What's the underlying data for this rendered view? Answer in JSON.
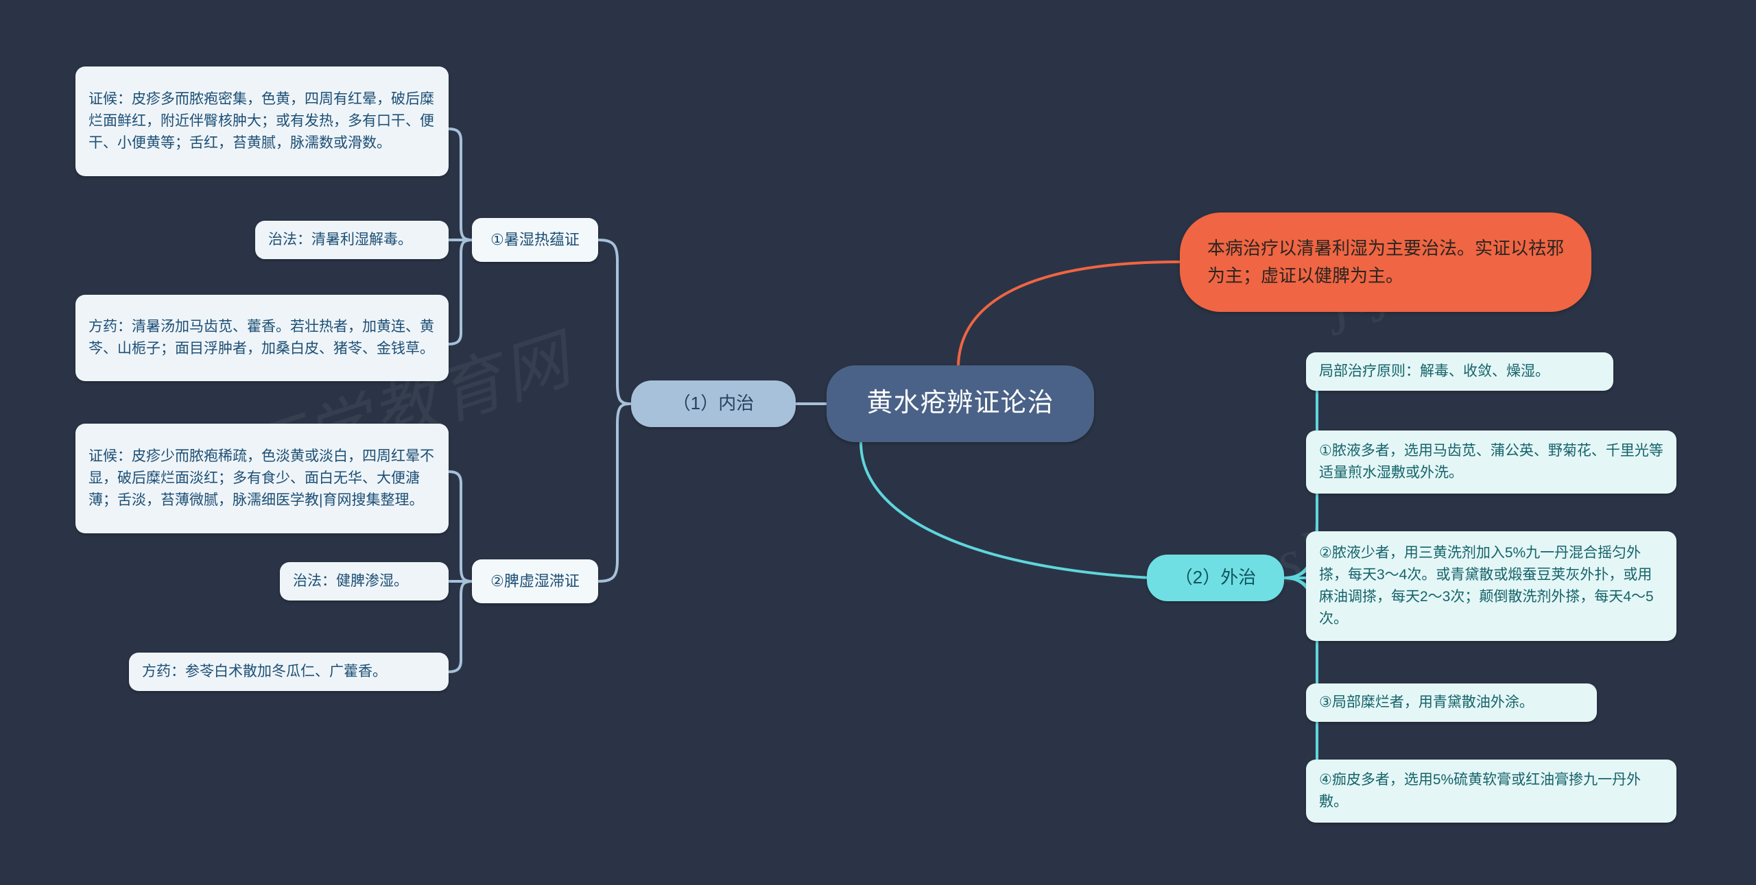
{
  "meta": {
    "background_color": "#2b3446",
    "title": "黄水疮辨证论治"
  },
  "watermarks": [
    {
      "text": "医学教育网"
    },
    {
      "text": "jtj1.cn"
    },
    {
      "text": "sh"
    }
  ],
  "colors": {
    "root_fill": "#4a6287",
    "root_text": "#ffffff",
    "branch_blue_fill": "#a7c1da",
    "branch_blue_text": "#26405e",
    "branch_cyan_fill": "#6fdfe4",
    "branch_cyan_text": "#11565c",
    "callout_orange_fill": "#f06543",
    "callout_orange_text": "#2a2520",
    "leaf_blue_fill": "#eef4f8",
    "leaf_blue_text": "#1d4f75",
    "leaf_cyan_fill": "#e4f6f6",
    "leaf_cyan_text": "#15636a",
    "edge_blue": "#a7c1da",
    "edge_cyan": "#5fd6dd",
    "edge_orange": "#f06543"
  },
  "root": {
    "label": "黄水疮辨证论治"
  },
  "callout": {
    "label": "本病治疗以清暑利湿为主要治法。实证以祛邪为主；虚证以健脾为主。"
  },
  "branches": [
    {
      "id": "internal",
      "label": "（1）内治",
      "children": [
        {
          "id": "syndrome-1",
          "label": "①暑湿热蕴证",
          "leaves": [
            {
              "id": "s1-signs",
              "label": "证候：皮疹多而脓疱密集，色黄，四周有红晕，破后糜烂面鲜红，附近伴臀核肿大；或有发热，多有口干、便干、小便黄等；舌红，苔黄腻，脉濡数或滑数。"
            },
            {
              "id": "s1-method",
              "label": "治法：清暑利湿解毒。"
            },
            {
              "id": "s1-formula",
              "label": "方药：清暑汤加马齿苋、藿香。若壮热者，加黄连、黄芩、山栀子；面目浮肿者，加桑白皮、猪苓、金钱草。"
            }
          ]
        },
        {
          "id": "syndrome-2",
          "label": "②脾虚湿滞证",
          "leaves": [
            {
              "id": "s2-signs",
              "label": "证候：皮疹少而脓疱稀疏，色淡黄或淡白，四周红晕不显，破后糜烂面淡红；多有食少、面白无华、大便溏薄；舌淡，苔薄微腻，脉濡细医学教|育网搜集整理。"
            },
            {
              "id": "s2-method",
              "label": "治法：健脾渗湿。"
            },
            {
              "id": "s2-formula",
              "label": "方药：参苓白术散加冬瓜仁、广藿香。"
            }
          ]
        }
      ]
    },
    {
      "id": "external",
      "label": "（2）外治",
      "children": [],
      "leaves": [
        {
          "id": "e-principle",
          "label": "局部治疗原则：解毒、收敛、燥湿。"
        },
        {
          "id": "e-1",
          "label": "①脓液多者，选用马齿苋、蒲公英、野菊花、千里光等适量煎水湿敷或外洗。"
        },
        {
          "id": "e-2",
          "label": "②脓液少者，用三黄洗剂加入5%九一丹混合摇匀外搽，每天3～4次。或青黛散或煅蚕豆荚灰外扑，或用麻油调搽，每天2～3次；颠倒散洗剂外搽，每天4～5次。"
        },
        {
          "id": "e-3",
          "label": "③局部糜烂者，用青黛散油外涂。"
        },
        {
          "id": "e-4",
          "label": "④痂皮多者，选用5%硫黄软膏或红油膏掺九一丹外敷。"
        }
      ]
    }
  ]
}
